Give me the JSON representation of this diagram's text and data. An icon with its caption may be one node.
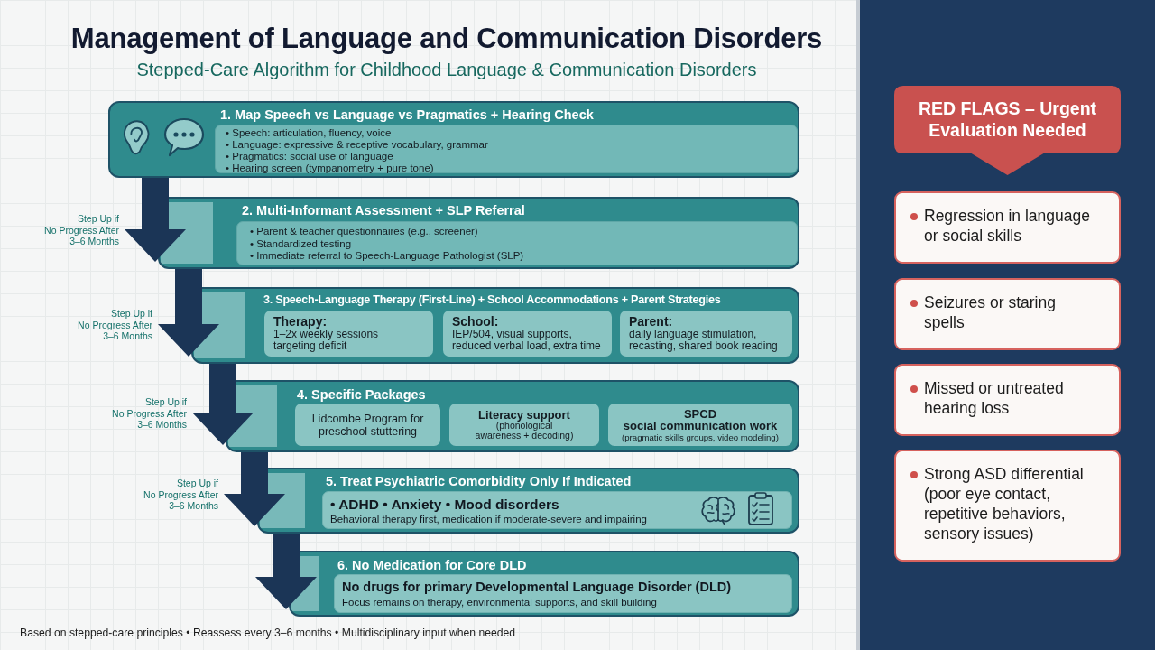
{
  "diagram": {
    "title": "Management of Language and Communication Disorders",
    "nodes": [
      {
        "text": [
          "1. Map Speech vs Language vs Pragmatics + Hearing Check"
        ]
      },
      {
        "text": [
          "• Speech: articulation, fluency, voice",
          "• Language: expressive & receptive vocabulary, grammar",
          "• Pragmatics: social use of language",
          "• Hearing screen (tympanometry + pure tone)"
        ],
        "in": 0
      },
      {
        "text": [
          "2. Multi-Informant Assessment + SLP Referral"
        ]
      },
      {
        "text": [
          "• Parent & teacher questionnaires (e.g., screener)",
          "• Standardized testing",
          "• Immediate referral to Speech-Language Pathologist (SLP)"
        ],
        "in": 2
      },
      {
        "text": [
          "3. Speech-Language Therapy (First-Line) + School Accommodations + Parent Strategies"
        ]
      },
      {
        "text": [
          "Therapy:",
          "1–2x weekly sessions targeting deficit"
        ],
        "in": 4
      },
      {
        "text": [
          "School:",
          "IEP/504, visual supports, reduced verbal load, extra time"
        ],
        "in": 4
      },
      {
        "text": [
          "Parent:",
          "daily language stimulation, recasting, shared book reading"
        ],
        "in": 4
      },
      {
        "text": [
          "4. Specific Packages"
        ]
      },
      {
        "text": [
          "Lidcombe Program for preschool stuttering"
        ],
        "in": 8
      },
      {
        "text": [
          "Literacy support",
          "(phonological awareness + decoding)"
        ],
        "in": 8
      },
      {
        "text": [
          "SPCD social communication work",
          "(pragmatic skills groups, video modeling)"
        ],
        "in": 8
      },
      {
        "text": [
          "5. Treat Psychiatric Comorbidity Only If Indicated"
        ]
      },
      {
        "text": [
          "• ADHD • Anxiety • Mood disorders",
          "Behavioral therapy first, medication if moderate-severe and impairing"
        ],
        "in": 12
      },
      {
        "text": [
          "6. No Medication for Core DLD"
        ]
      },
      {
        "text": [
          "No drugs for primary Developmental Language Disorder (DLD)",
          "Focus remains on therapy, environmental supports, and skill building"
        ],
        "in": 14
      },
      {
        "text": [
          "RED FLAGS – Urgent Evaluation Needed"
        ]
      },
      {
        "text": [
          "Regression in language or social skills"
        ]
      },
      {
        "text": [
          "Seizures or staring spells"
        ]
      },
      {
        "text": [
          "Missed or untreated hearing loss"
        ]
      },
      {
        "text": [
          "Strong ASD differential (poor eye contact, repetitive behaviors, sensory issues)"
        ]
      }
    ],
    "edges": [
      {
        "from": 0,
        "to": 2,
        "arrow": "to",
        "label": "Step Up if No Progress After 3–6 Months"
      },
      {
        "from": 2,
        "to": 4,
        "arrow": "to",
        "label": "Step Up if No Progress After 3–6 Months"
      },
      {
        "from": 4,
        "to": 8,
        "arrow": "to",
        "label": "Step Up if No Progress After 3–6 Months"
      },
      {
        "from": 8,
        "to": 12,
        "arrow": "to",
        "label": "Step Up if No Progress After 3–6 Months"
      },
      {
        "from": 12,
        "to": 14,
        "arrow": "to"
      }
    ],
    "labels": [
      "Stepped-Care Algorithm for Childhood Language & Communication Disorders",
      "Based on stepped-care principles • Reassess every 3–6 months • Multidisciplinary input when needed"
    ]
  }
}
